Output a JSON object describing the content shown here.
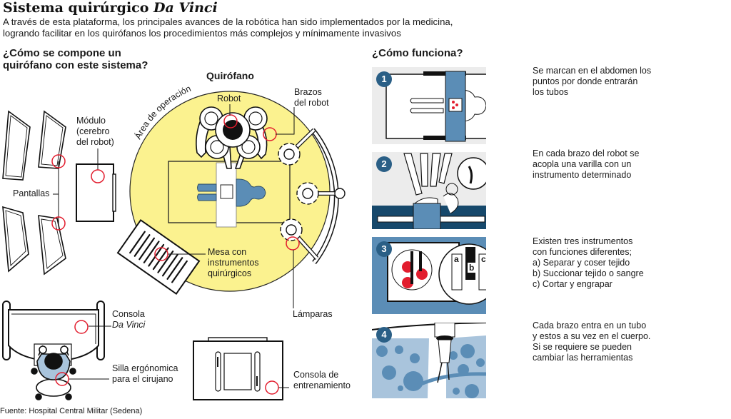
{
  "header": {
    "title_main": "Sistema quirúrgico ",
    "title_italic": "Da Vinci",
    "intro_line1": "A través de esta plataforma, los principales avances de la robótica han sido implementados por la medicina,",
    "intro_line2": "logrando facilitar en los quirófanos los procedimientos más complejos y mínimamente invasivos"
  },
  "left_section": {
    "heading_line1": "¿Cómo se compone un",
    "heading_line2": "quirófano con este sistema?",
    "room_title": "Quirófano",
    "area_label": "Área de operación",
    "labels": {
      "robot": "Robot",
      "arms_line1": "Brazos",
      "arms_line2": "del robot",
      "module_line1": "Módulo",
      "module_line2": "(cerebro",
      "module_line3": "del robot)",
      "screens": "Pantallas",
      "table_line1": "Mesa con",
      "table_line2": "instrumentos",
      "table_line3": "quirúrgicos",
      "lamps": "Lámparas",
      "console_line1": "Consola",
      "console_line2": "Da Vinci",
      "chair_line1": "Silla ergónomica",
      "chair_line2": "para el cirujano",
      "training_line1": "Consola de",
      "training_line2": "entrenamiento"
    }
  },
  "right_section": {
    "heading": "¿Cómo funciona?",
    "steps": [
      {
        "number": "1",
        "lines": [
          "Se marcan en el abdomen los",
          "puntos por donde entrarán",
          "los tubos"
        ]
      },
      {
        "number": "2",
        "lines": [
          "En cada brazo del robot se",
          "acopla una varilla con un",
          "instrumento determinado"
        ]
      },
      {
        "number": "3",
        "lines": [
          "Existen tres instrumentos",
          "con funciones diferentes;",
          "a) Separar y coser tejido",
          "b) Succionar tejido o sangre",
          "c) Cortar y engrapar"
        ],
        "tool_letters": [
          "a",
          "b",
          "c"
        ]
      },
      {
        "number": "4",
        "lines": [
          "Cada brazo entra en un tubo",
          "y estos a su vez en el cuerpo.",
          "Si se requiere se pueden",
          "cambiar las herramientas"
        ]
      }
    ]
  },
  "footer": {
    "source": "Fuente: Hospital Central Militar (Sedena)"
  },
  "colors": {
    "area_yellow": "#fbf28f",
    "body_blue": "#5b8db6",
    "badge_blue": "#2a5f86",
    "marker_red": "#e21d2e",
    "panel_gray": "#ececec",
    "dark_navy": "#16486b",
    "tissue_blue": "#a9c4dc",
    "cell_blue": "#5b8db6"
  }
}
